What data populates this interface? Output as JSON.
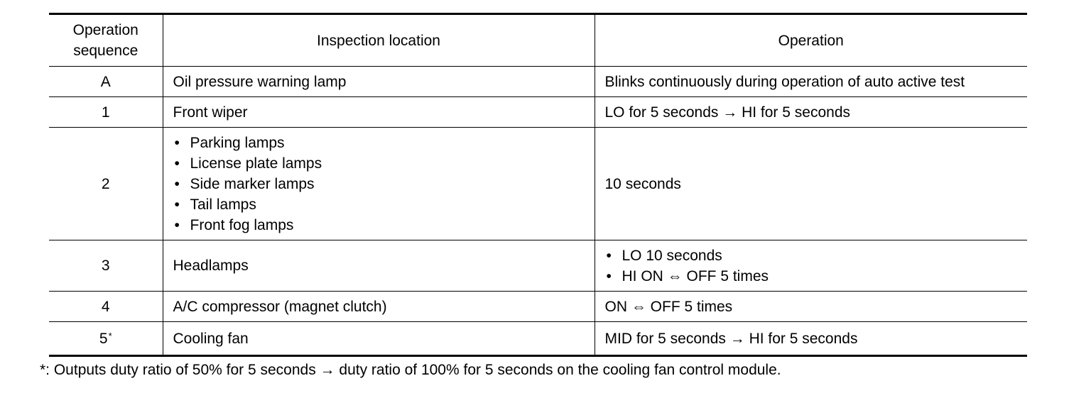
{
  "header": {
    "col1_line1": "Operation",
    "col1_line2": "sequence",
    "col2": "Inspection location",
    "col3": "Operation"
  },
  "rows": [
    {
      "sequence": "A",
      "location": "Oil pressure warning lamp",
      "operation": "Blinks continuously during operation of auto active test"
    },
    {
      "sequence": "1",
      "location": "Front wiper",
      "operation": "LO for 5 seconds → HI for 5 seconds"
    },
    {
      "sequence": "2",
      "location_items": [
        "Parking lamps",
        "License plate lamps",
        "Side marker lamps",
        "Tail lamps",
        "Front fog lamps"
      ],
      "operation": "10 seconds"
    },
    {
      "sequence": "3",
      "location": "Headlamps",
      "operation_items": [
        "LO 10 seconds",
        "HI ON ⇔ OFF 5 times"
      ]
    },
    {
      "sequence": "4",
      "location": "A/C compressor (magnet clutch)",
      "operation": "ON ⇔ OFF 5 times"
    },
    {
      "sequence": "5",
      "sequence_mark": "*",
      "location": "Cooling fan",
      "operation": "MID for 5 seconds → HI for 5 seconds"
    }
  ],
  "bullet_glyph": "•",
  "footnote": "*: Outputs duty ratio of 50% for 5 seconds → duty ratio of 100% for 5 seconds on the cooling fan control module."
}
